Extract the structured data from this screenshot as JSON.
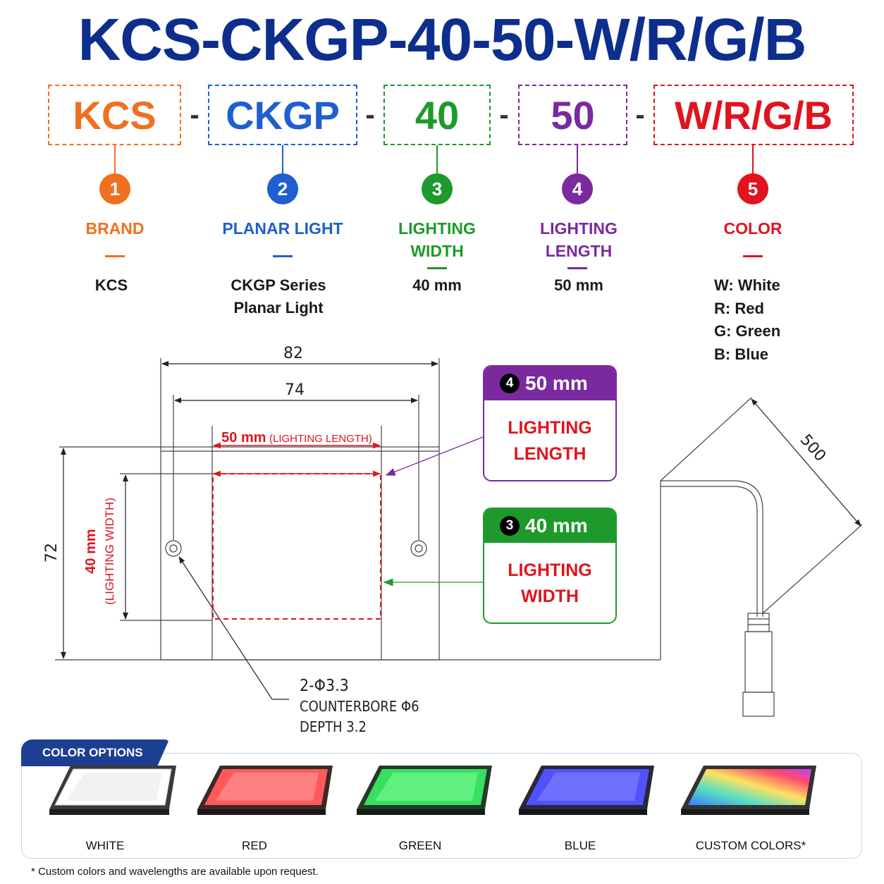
{
  "title": "KCS-CKGP-40-50-W/R/G/B",
  "colors": {
    "title": "#0d2e8c",
    "brand": "#f07020",
    "planar": "#1f5fd0",
    "width": "#1d9a2b",
    "length": "#7a2a9e",
    "color": "#e0141e"
  },
  "code": {
    "separator": "-",
    "segments": [
      {
        "code": "KCS",
        "number": "1",
        "label_lines": [
          "BRAND"
        ],
        "desc_lines": [
          "KCS"
        ]
      },
      {
        "code": "CKGP",
        "number": "2",
        "label_lines": [
          "PLANAR LIGHT"
        ],
        "desc_lines": [
          "CKGP Series",
          "Planar Light"
        ]
      },
      {
        "code": "40",
        "number": "3",
        "label_lines": [
          "LIGHTING",
          "WIDTH"
        ],
        "desc_lines": [
          "40 mm"
        ]
      },
      {
        "code": "50",
        "number": "4",
        "label_lines": [
          "LIGHTING",
          "LENGTH"
        ],
        "desc_lines": [
          "50 mm"
        ]
      },
      {
        "code": "W/R/G/B",
        "number": "5",
        "label_lines": [
          "COLOR"
        ],
        "desc_lines": [
          "W: White",
          "R: Red",
          "G: Green",
          "B: Blue"
        ]
      }
    ]
  },
  "drawing": {
    "dim_overall_width": "82",
    "dim_mount_width": "74",
    "dim_height": "72",
    "dim_cable": "500",
    "lighting_length_value": "50 mm",
    "lighting_length_note": "(LIGHTING LENGTH)",
    "lighting_width_value": "40 mm",
    "lighting_width_note": "(LIGHTING WIDTH)",
    "hole_spec": "2-Φ3.3",
    "counterbore": "COUNTERBORE Φ6",
    "depth": "DEPTH 3.2"
  },
  "callouts": {
    "length": {
      "number": "4",
      "value": "50 mm",
      "lines": [
        "LIGHTING",
        "LENGTH"
      ]
    },
    "width": {
      "number": "3",
      "value": "40 mm",
      "lines": [
        "LIGHTING",
        "WIDTH"
      ]
    }
  },
  "options": {
    "heading": "COLOR OPTIONS",
    "items": [
      {
        "label": "WHITE",
        "glow": "#ffffff"
      },
      {
        "label": "RED",
        "glow": "#ff5a5a"
      },
      {
        "label": "GREEN",
        "glow": "#38e060"
      },
      {
        "label": "BLUE",
        "glow": "#5a5aff"
      },
      {
        "label": "CUSTOM COLORS*",
        "glow": "rainbow"
      }
    ],
    "footnote": "Custom colors and wavelengths are available upon request."
  }
}
